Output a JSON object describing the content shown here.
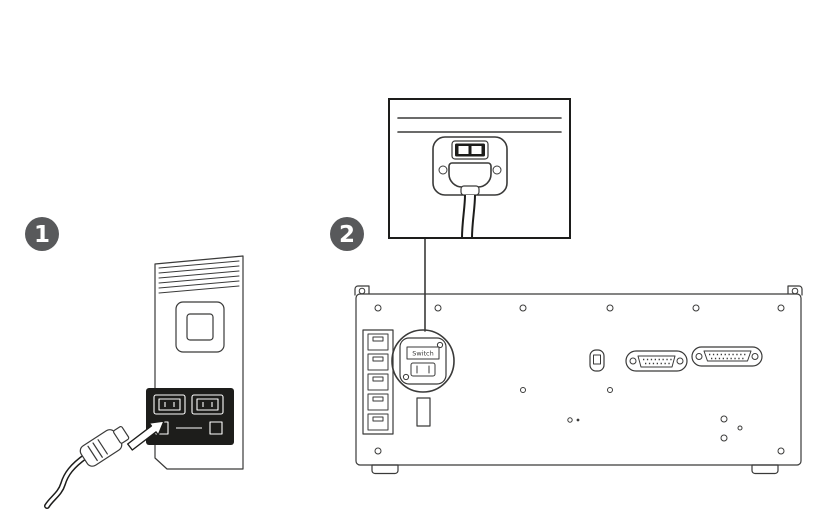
{
  "steps": [
    {
      "number": "1"
    },
    {
      "number": "2"
    }
  ],
  "labels": {
    "switch": "Switch"
  },
  "icons": {
    "insert_arrow": "arrow-into-inlet",
    "power_switch": "rocker-switch",
    "power_plug": "power-plug"
  },
  "colors": {
    "badge": "#58595b",
    "line": "#3a3a39",
    "black": "#1d1d1b"
  }
}
